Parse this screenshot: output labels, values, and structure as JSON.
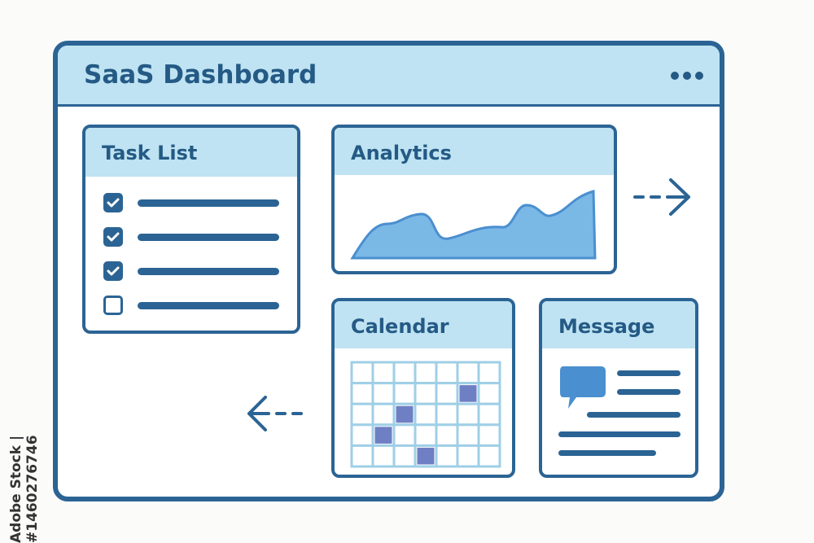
{
  "window": {
    "title": "SaaS Dashboard",
    "menu_icon": "more-dots-icon"
  },
  "task_list": {
    "title": "Task List",
    "items": [
      {
        "checked": true
      },
      {
        "checked": true
      },
      {
        "checked": true
      },
      {
        "checked": false
      }
    ]
  },
  "analytics": {
    "title": "Analytics"
  },
  "calendar": {
    "title": "Calendar",
    "rows": 5,
    "cols": 7,
    "highlighted": [
      [
        1,
        5
      ],
      [
        2,
        2
      ],
      [
        3,
        1
      ],
      [
        4,
        3
      ]
    ],
    "highlight_color": "#6f7fc4"
  },
  "message": {
    "title": "Message",
    "icon": "chat-bubble-icon"
  },
  "colors": {
    "primary": "#2b6494",
    "header_bg": "#bfe3f2",
    "chart_fill": "#7ab8e6"
  },
  "watermark": "Adobe Stock | #1460276746"
}
